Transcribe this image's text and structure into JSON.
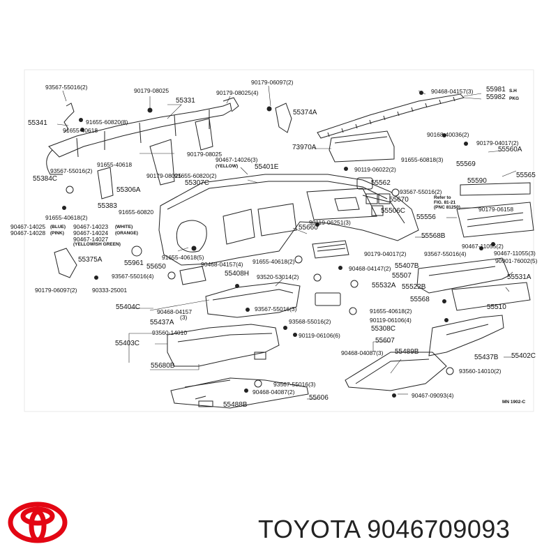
{
  "diagram": {
    "labels": {
      "p93567_55016_2_a": "93567-55016(2)",
      "p90179_08025": "90179-08025",
      "p90179_08025_4": "90179-08025(4)",
      "p90179_06097_2_a": "90179-06097(2)",
      "p90468_04157_3": "90468-04157(3)",
      "p55981": "55981",
      "p55982": "55982",
      "p55331": "55331",
      "p55374A": "55374A",
      "p55341": "55341",
      "p91655_60820_8": "91655-60820(8)",
      "p91655_40618_a": "91655-40618",
      "p90168_40036_2": "90168-40036(2)",
      "p90179_04017_2_a": "90179-04017(2)",
      "p73970A": "73970A",
      "p55560A": "55560A",
      "p90179_08025_b": "90179-08025",
      "p91655_60818_3": "91655-60818(3)",
      "p91655_40618_b": "91655-40618",
      "p90467_14026_3": "90467-14026(3)",
      "p_yellow_a": "(YELLOW)",
      "p55401E": "55401E",
      "p55569": "55569",
      "p90119_06022_2": "90119-06022(2)",
      "p93567_55016_2_b": "93567-55016(2)",
      "p55565": "55565",
      "p55384C": "55384C",
      "p90179_08025_c": "90179-08025",
      "p55307C": "55307C",
      "p91655_60820_2": "91655-60820(2)",
      "p55562": "55562",
      "p55590": "55590",
      "p55306A": "55306A",
      "p93567_55016_2_c": "93567-55016(2)",
      "p55670": "55670",
      "p_referto": "Refer to",
      "p_fig": "FIG. 81-21",
      "p_pnc": "(PNC 81250)",
      "p55383": "55383",
      "p91655_60820_b": "91655-60820",
      "p55506C": "55506C",
      "p90179_06158": "90179-06158",
      "p91655_40618_2_a": "91655-40618(2)",
      "p90119_06251_3": "90119-06251(3)",
      "p55556": "55556",
      "p90467_14025": "90467-14025",
      "p_blue": "(BLUE)",
      "p90467_14023": "90467-14023",
      "p_white": "(WHITE)",
      "p90467_14028": "90467-14028",
      "p_pink": "(PINK)",
      "p90467_14024": "90467-14024",
      "p_orange": "(ORANGE)",
      "p90467_14027": "90467-14027",
      "p_yellowishgreen": "(YELLOWISH GREEN)",
      "p55660": "55660",
      "p55568B": "55568B",
      "p90467_11055_2": "90467-11055(2)",
      "p91655_40618_5": "91655-40618(5)",
      "p90468_04157_4": "90468-04157(4)",
      "p91655_40618_2_b": "91655-40618(2)",
      "p90179_04017_2_b": "90179-04017(2)",
      "p93567_55016_4_a": "93567-55016(4)",
      "p90467_11055_3": "90467-11055(3)",
      "p55375A": "55375A",
      "p55961": "55961",
      "p90901_76002_5": "90901-76002(5)",
      "p55650": "55650",
      "p90468_04147_2": "90468-04147(2)",
      "p55407B": "55407B",
      "p55408H": "55408H",
      "p93567_55016_4_b": "93567-55016(4)",
      "p93520_53014_2": "93520-53014(2)",
      "p55507": "55507",
      "p55531A": "55531A",
      "p90179_06097_2_b": "90179-06097(2)",
      "p90333_25001": "90333-25001",
      "p55532A": "55532A",
      "p55522B": "55522B",
      "p55404C": "55404C",
      "p90468_04157_b": "90468-04157",
      "p_3": "(3)",
      "p93567_55016_3_a": "93567-55016(3)",
      "p55568": "55568",
      "p55510": "55510",
      "p91655_40618_2_c": "91655-40618(2)",
      "p55437A": "55437A",
      "p93568_55016_2": "93568-55016(2)",
      "p90119_06106_4": "90119-06106(4)",
      "p93560_14010": "93560-14010",
      "p90119_06106_6": "90119-06106(6)",
      "p55308C": "55308C",
      "p55403C": "55403C",
      "p55607": "55607",
      "p90468_04087_3": "90468-04087(3)",
      "p55489B": "55489B",
      "p55437B": "55437B",
      "p55402C": "55402C",
      "p93560_14010_2": "93560-14010(2)",
      "p55680B": "55680B",
      "p93567_55016_3_b": "93567-55016(3)",
      "p90468_04087_2": "90468-04087(2)",
      "p55606": "55606",
      "p90467_09093_4": "90467-09093(4)",
      "p55488B": "55488B",
      "p_mn": "MN  1902-C",
      "p_slh": "S.H",
      "p_pkg": "PKG"
    }
  },
  "footer": {
    "logo_icon": "toyota-logo-icon",
    "brand_text": "TOYOTA 9046709093"
  }
}
